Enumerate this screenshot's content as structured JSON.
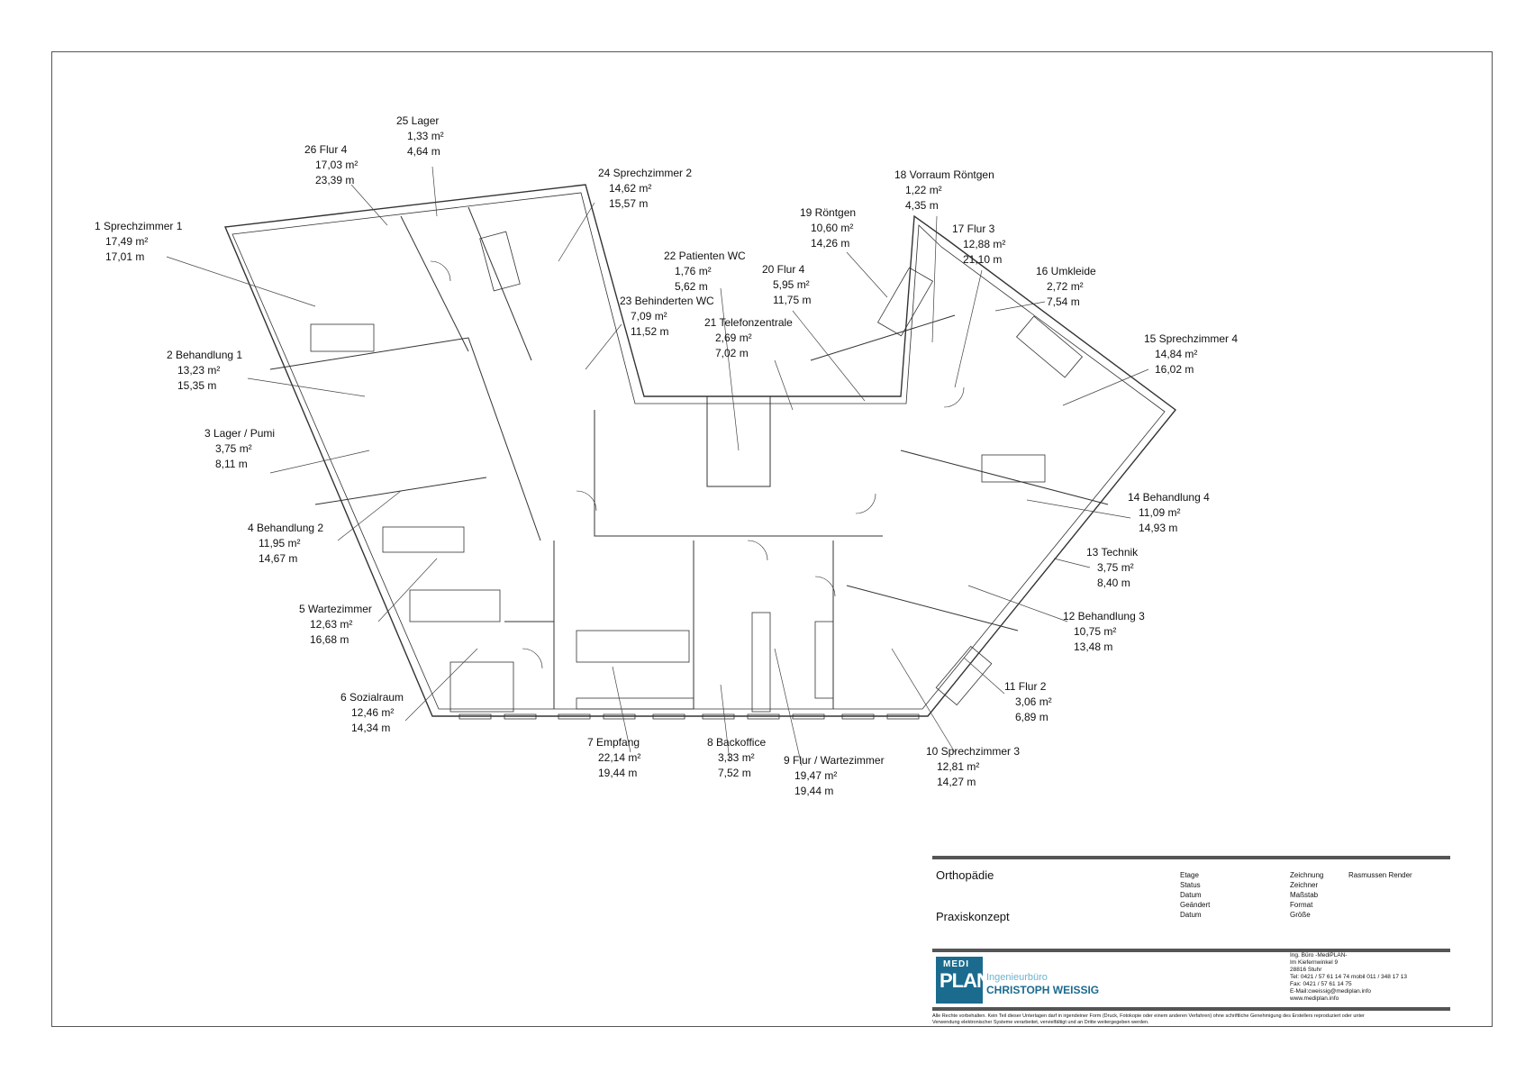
{
  "rooms": [
    {
      "name": "1  Sprechzimmer 1",
      "area": "17,49 m²",
      "perimeter": "17,01 m"
    },
    {
      "name": "2  Behandlung 1",
      "area": "13,23 m²",
      "perimeter": "15,35 m"
    },
    {
      "name": "3  Lager / Pumi",
      "area": "3,75 m²",
      "perimeter": "8,11 m"
    },
    {
      "name": "4  Behandlung 2",
      "area": "11,95 m²",
      "perimeter": "14,67 m"
    },
    {
      "name": "5  Wartezimmer",
      "area": "12,63 m²",
      "perimeter": "16,68 m"
    },
    {
      "name": "6  Sozialraum",
      "area": "12,46 m²",
      "perimeter": "14,34 m"
    },
    {
      "name": "7  Empfang",
      "area": "22,14 m²",
      "perimeter": "19,44 m"
    },
    {
      "name": "8  Backoffice",
      "area": "3,33 m²",
      "perimeter": "7,52 m"
    },
    {
      "name": "9  Flur / Wartezimmer",
      "area": "19,47 m²",
      "perimeter": "19,44 m"
    },
    {
      "name": "10  Sprechzimmer 3",
      "area": "12,81 m²",
      "perimeter": "14,27 m"
    },
    {
      "name": "11  Flur 2",
      "area": "3,06 m²",
      "perimeter": "6,89 m"
    },
    {
      "name": "12  Behandlung 3",
      "area": "10,75 m²",
      "perimeter": "13,48 m"
    },
    {
      "name": "13  Technik",
      "area": "3,75 m²",
      "perimeter": "8,40 m"
    },
    {
      "name": "14  Behandlung 4",
      "area": "11,09 m²",
      "perimeter": "14,93 m"
    },
    {
      "name": "15  Sprechzimmer 4",
      "area": "14,84 m²",
      "perimeter": "16,02 m"
    },
    {
      "name": "16  Umkleide",
      "area": "2,72 m²",
      "perimeter": "7,54 m"
    },
    {
      "name": "17  Flur 3",
      "area": "12,88 m²",
      "perimeter": "21,10 m"
    },
    {
      "name": "18  Vorraum Röntgen",
      "area": "1,22 m²",
      "perimeter": "4,35 m"
    },
    {
      "name": "19  Röntgen",
      "area": "10,60 m²",
      "perimeter": "14,26 m"
    },
    {
      "name": "20  Flur 4",
      "area": "5,95 m²",
      "perimeter": "11,75 m"
    },
    {
      "name": "21  Telefonzentrale",
      "area": "2,69 m²",
      "perimeter": "7,02 m"
    },
    {
      "name": "22  Patienten WC",
      "area": "1,76 m²",
      "perimeter": "5,62 m"
    },
    {
      "name": "23  Behinderten WC",
      "area": "7,09 m²",
      "perimeter": "11,52 m"
    },
    {
      "name": "24  Sprechzimmer 2",
      "area": "14,62 m²",
      "perimeter": "15,57 m"
    },
    {
      "name": "25  Lager",
      "area": "1,33 m²",
      "perimeter": "4,64 m"
    },
    {
      "name": "26  Flur 4",
      "area": "17,03 m²",
      "perimeter": "23,39 m"
    }
  ],
  "titleblock": {
    "project": "Orthopädie",
    "subtitle": "Praxiskonzept",
    "fields_left": [
      "Etage",
      "Status",
      "Datum",
      "Geändert",
      "Datum"
    ],
    "fields_right": [
      "Zeichnung",
      "Zeichner",
      "Maßstab",
      "Format",
      "Größe"
    ],
    "drawing_value": "Rasmussen Render",
    "logo_top": "MEDI",
    "logo_main": "PLAN",
    "company_line1": "Ingenieurbüro",
    "company_line2": "CHRISTOPH WEISSIG",
    "address": [
      "Ing. Büro -MediPLAN-",
      "Im Kiefernwinkel 9",
      "28816 Stuhr",
      "Tel:     0421 / 57 61 14 74 mobil 011 / 348 17 13",
      "Fax:    0421 / 57 61 14 75",
      "E-Mail:cweissig@mediplan.info",
      "www.mediplan.info"
    ],
    "disclaimer": [
      "Alle Rechte vorbehalten. Kein Teil dieser Unterlagen darf in irgendeiner Form (Druck, Fotokopie oder einem anderen Verfahren) ohne schriftliche Genehmigung des Erstellers reproduziert oder unter",
      "Verwendung elektronischer Systeme verarbeitet, vervielfältigt und an Dritte weitergegeben werden."
    ]
  }
}
